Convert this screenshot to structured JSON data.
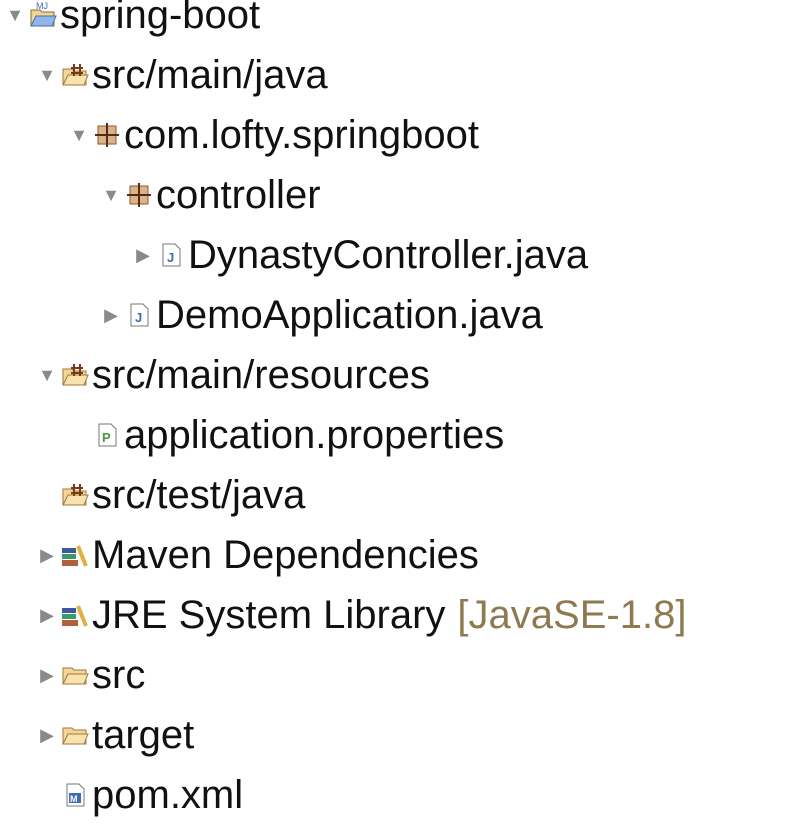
{
  "tree": [
    {
      "label": "spring-boot",
      "level": 0,
      "expander": "expanded",
      "icon": "maven-project-icon"
    },
    {
      "label": "src/main/java",
      "level": 1,
      "expander": "expanded",
      "icon": "source-folder-icon"
    },
    {
      "label": "com.lofty.springboot",
      "level": 2,
      "expander": "expanded",
      "icon": "package-icon"
    },
    {
      "label": "controller",
      "level": 3,
      "expander": "expanded",
      "icon": "package-icon"
    },
    {
      "label": "DynastyController.java",
      "level": 4,
      "expander": "collapsed",
      "icon": "java-file-icon"
    },
    {
      "label": "DemoApplication.java",
      "level": 3,
      "expander": "collapsed",
      "icon": "java-file-icon"
    },
    {
      "label": "src/main/resources",
      "level": 1,
      "expander": "expanded",
      "icon": "source-folder-icon"
    },
    {
      "label": "application.properties",
      "level": 2,
      "expander": "none",
      "icon": "properties-file-icon"
    },
    {
      "label": "src/test/java",
      "level": 1,
      "expander": "none",
      "icon": "source-folder-icon"
    },
    {
      "label": "Maven Dependencies",
      "level": 1,
      "expander": "collapsed",
      "icon": "library-icon"
    },
    {
      "label": "JRE System Library",
      "decoration": "[JavaSE-1.8]",
      "level": 1,
      "expander": "collapsed",
      "icon": "library-icon"
    },
    {
      "label": "src",
      "level": 1,
      "expander": "collapsed",
      "icon": "folder-icon"
    },
    {
      "label": "target",
      "level": 1,
      "expander": "collapsed",
      "icon": "folder-icon"
    },
    {
      "label": "pom.xml",
      "level": 1,
      "expander": "none",
      "icon": "maven-file-icon"
    }
  ]
}
